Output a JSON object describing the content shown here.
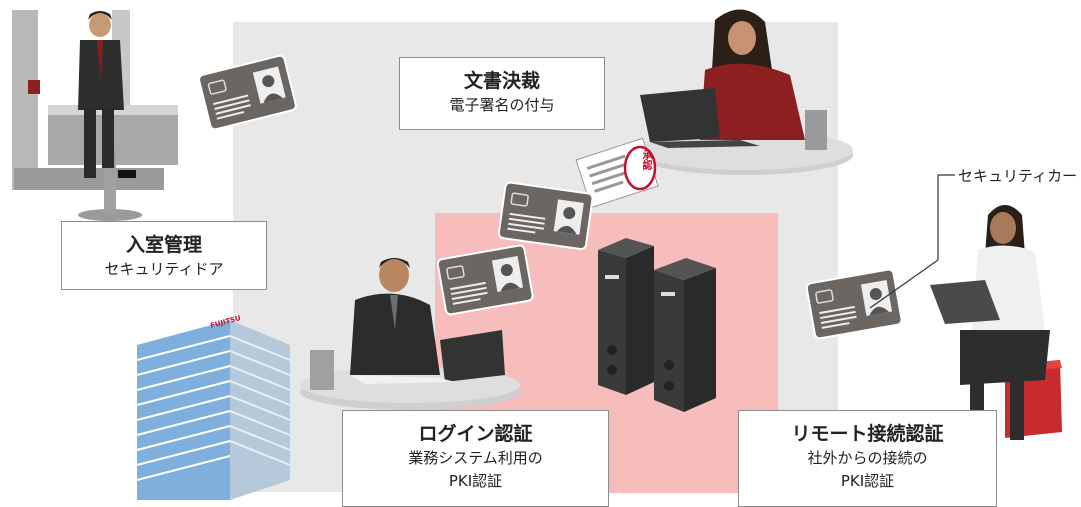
{
  "labels": {
    "document": {
      "title": "文書決裁",
      "sub": "電子署名の付与"
    },
    "entry": {
      "title": "入室管理",
      "sub": "セキュリティドア"
    },
    "login": {
      "title": "ログイン認証",
      "sub_line1": "業務システム利用の",
      "sub_line2": "PKI認証"
    },
    "remote": {
      "title": "リモート接続認証",
      "sub_line1": "社外からの接続の",
      "sub_line2": "PKI認証"
    }
  },
  "callout": "セキュリティカード",
  "stamp_text": "承認",
  "logo_text": "FUJITSU",
  "colors": {
    "grey_area": "#e8e8e8",
    "pink_area": "#f7bcbc",
    "card": "#6b6662",
    "stamp": "#c8102e"
  }
}
